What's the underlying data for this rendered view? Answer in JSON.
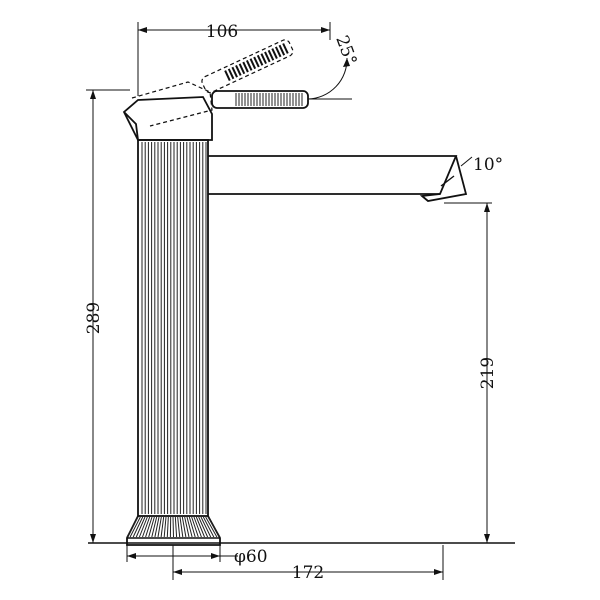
{
  "dimensions": {
    "handle_reach": "106",
    "handle_angle": "25°",
    "spout_angle": "10°",
    "total_height": "289",
    "spout_height": "219",
    "base_diameter": "φ60",
    "spout_reach": "172"
  }
}
